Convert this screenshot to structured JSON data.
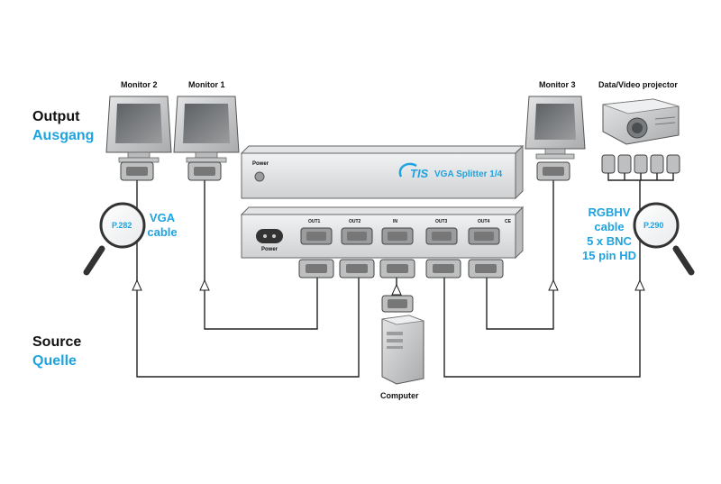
{
  "sections": {
    "output": {
      "en": "Output",
      "de": "Ausgang"
    },
    "source": {
      "en": "Source",
      "de": "Quelle"
    }
  },
  "devices": {
    "monitor2": "Monitor 2",
    "monitor1": "Monitor 1",
    "monitor3": "Monitor 3",
    "projector": "Data/Video projector",
    "computer": "Computer"
  },
  "splitter": {
    "brand": "TIS",
    "model": "VGA Splitter 1/4",
    "power_front": "Power",
    "power_back": "Power",
    "ports": [
      "OUT1",
      "OUT2",
      "IN",
      "OUT3",
      "OUT4"
    ],
    "ce": "CE"
  },
  "cables": {
    "vga": {
      "page_ref": "P.282",
      "line1": "VGA",
      "line2": "cable"
    },
    "rgbhv": {
      "page_ref": "P.290",
      "line1": "RGBHV",
      "line2": "cable",
      "line3": "5 x BNC",
      "line4": "15 pin HD"
    }
  },
  "colors": {
    "accent": "#1fa3e0",
    "line": "#222222",
    "device_gray": "#cfd1d3"
  }
}
